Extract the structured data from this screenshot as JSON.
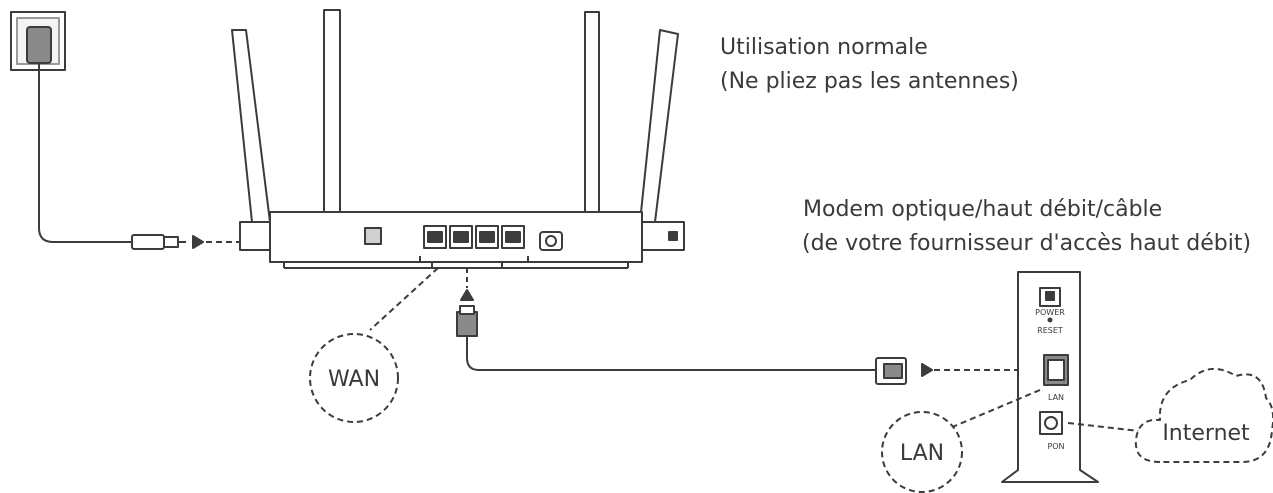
{
  "captions": {
    "normal_use_title": "Utilisation normale",
    "normal_use_note": "(Ne pliez pas les antennes)",
    "modem_title": "Modem optique/haut débit/câble",
    "modem_note": "(de votre fournisseur d'accès haut débit)"
  },
  "callouts": {
    "wan": "WAN",
    "lan": "LAN",
    "internet": "Internet"
  },
  "modem_labels": {
    "power": "POWER",
    "reset": "RESET",
    "lan": "LAN",
    "pon": "PON"
  },
  "colors": {
    "line": "#3c3c3c",
    "fill": "#ffffff",
    "dark_fill": "#8a8a8a",
    "text": "#3a3a3a"
  }
}
